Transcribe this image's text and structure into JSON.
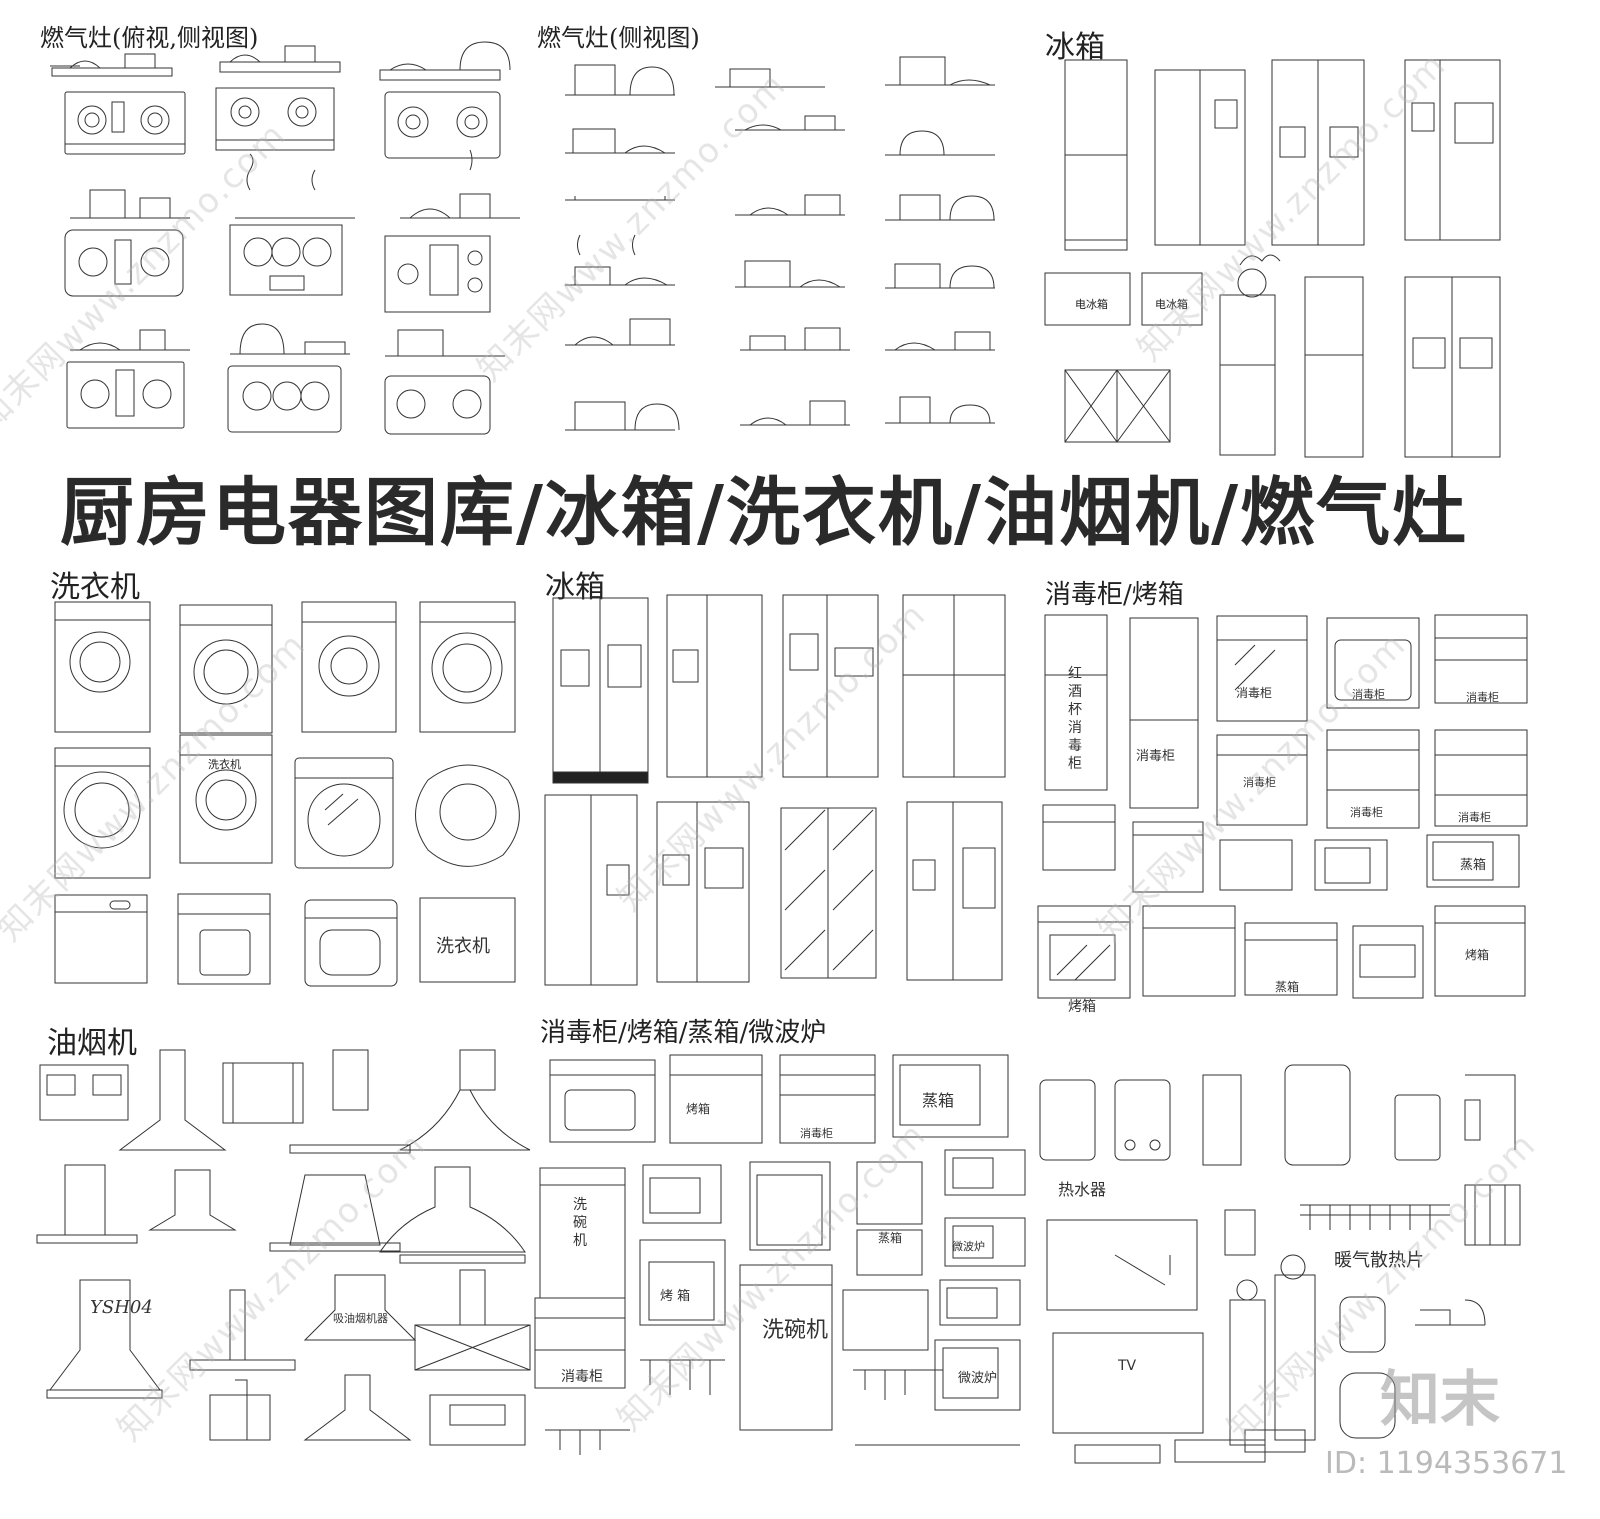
{
  "banner": {
    "title": "厨房电器图库/冰箱/洗衣机/油烟机/燃气灶"
  },
  "sections": {
    "stove_top_side": "燃气灶(俯视,侧视图)",
    "stove_side": "燃气灶(侧视图)",
    "fridge_top": "冰箱",
    "washer": "洗衣机",
    "fridge_mid": "冰箱",
    "sterilizer_oven": "消毒柜/烤箱",
    "range_hood": "油烟机",
    "sterilizer_oven_steam_microwave": "消毒柜/烤箱/蒸箱/微波炉"
  },
  "item_labels": {
    "wine_cabinet": [
      "红",
      "酒",
      "杯",
      "消",
      "毒",
      "柜"
    ],
    "sterilizer": "消毒柜",
    "oven": "烤箱",
    "steamer": "蒸箱",
    "washer_text": "洗衣机",
    "washer_small": "洗衣机",
    "dishwasher": "洗碗机",
    "dishwasher_vertical": [
      "洗",
      "碗",
      "机"
    ],
    "oven_vertical": "烤 箱",
    "microwave": "微波炉",
    "water_heater": "热水器",
    "radiator": "暖气散热片",
    "tv": "TV",
    "hood_model": "YSH04",
    "hood_text": "吸油烟机器",
    "fridge_small_a": "电冰箱",
    "fridge_small_b": "电冰箱"
  },
  "watermark": {
    "text": "知末网www.znzmo.com",
    "brand": "知末",
    "id_label": "ID: 1194353671"
  }
}
